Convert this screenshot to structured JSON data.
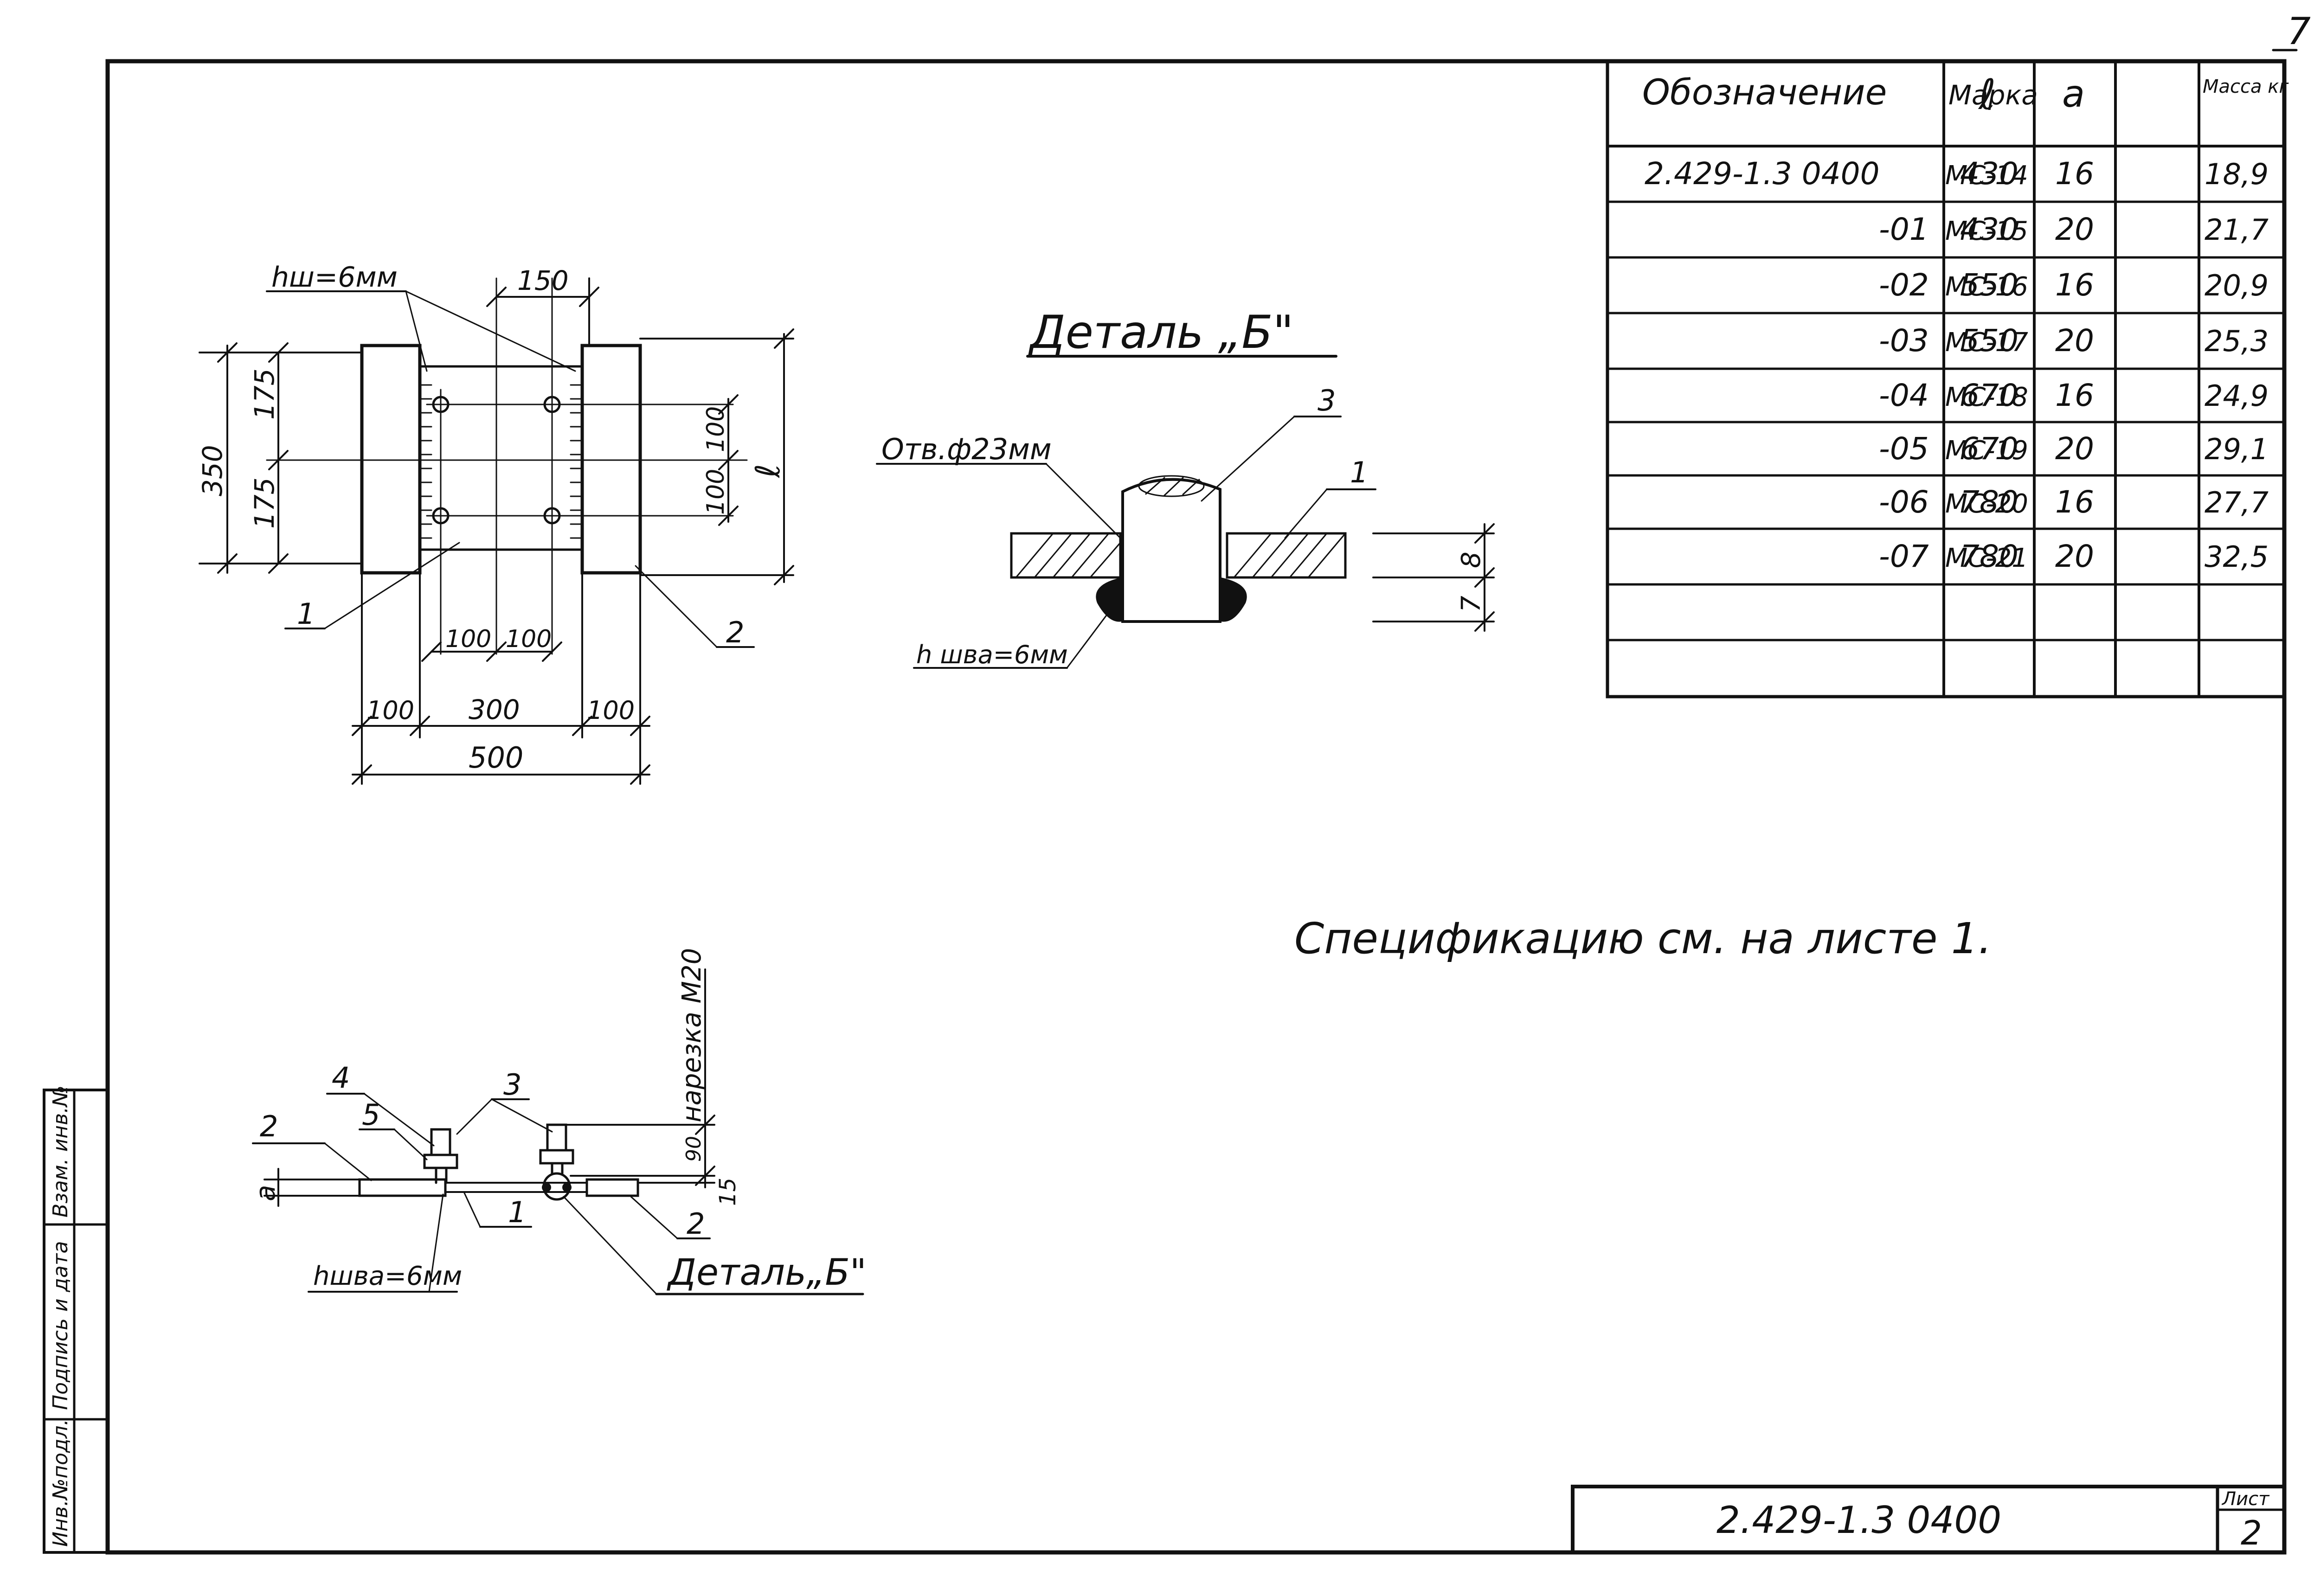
{
  "page_number": "7",
  "spec_table": {
    "headers": [
      "Обозначение",
      "Марка",
      "ℓ",
      "a",
      "Масса кг"
    ],
    "rows": [
      [
        "2.429-1.3 0400",
        "МС-14",
        "430",
        "16",
        "18,9"
      ],
      [
        "-01",
        "МС-15",
        "430",
        "20",
        "21,7"
      ],
      [
        "-02",
        "МС-16",
        "550",
        "16",
        "20,9"
      ],
      [
        "-03",
        "МС-17",
        "550",
        "20",
        "25,3"
      ],
      [
        "-04",
        "МС-18",
        "670",
        "16",
        "24,9"
      ],
      [
        "-05",
        "МС-19",
        "670",
        "20",
        "29,1"
      ],
      [
        "-06",
        "МС-20",
        "780",
        "16",
        "27,7"
      ],
      [
        "-07",
        "МС-21",
        "780",
        "20",
        "32,5"
      ],
      [
        "",
        "",
        "",
        "",
        ""
      ],
      [
        "",
        "",
        "",
        "",
        ""
      ]
    ]
  },
  "plan_view": {
    "weld_note": "hш=6мм",
    "dims": {
      "d150": "150",
      "d350": "350",
      "d175a": "175",
      "d175b": "175",
      "d100a": "100",
      "d100b": "100",
      "l": "ℓ",
      "d100c": "100",
      "d100d": "100",
      "d100e": "100",
      "d300": "300",
      "d100f": "100",
      "d500": "500"
    },
    "callouts": {
      "c1": "1",
      "c2": "2"
    }
  },
  "detail_b": {
    "title": "Деталь „Б\"",
    "hole_note": "Отв.ф23мм",
    "weld_note": "h шва=6мм",
    "callouts": {
      "c3": "3",
      "c1": "1"
    },
    "dims": {
      "d8": "8",
      "d7": "7"
    }
  },
  "side_view": {
    "callouts": {
      "c4": "4",
      "c5": "5",
      "c3": "3",
      "c2a": "2",
      "c2b": "2",
      "c1": "1"
    },
    "dim_a": "a",
    "dim_90": "90",
    "dim_15": "15",
    "thread_note": "нарезка М20",
    "weld_note": "hшва=6мм",
    "detail_ref": "Деталь„Б\""
  },
  "spec_note": "Спецификацию см. на листе 1.",
  "side_stamp": [
    "Инв.№подл.",
    "Подпись и дата",
    "Взам. инв.№"
  ],
  "title_block": {
    "designation": "2.429-1.3 0400",
    "sheet_label": "Лист",
    "sheet_number": "2"
  }
}
